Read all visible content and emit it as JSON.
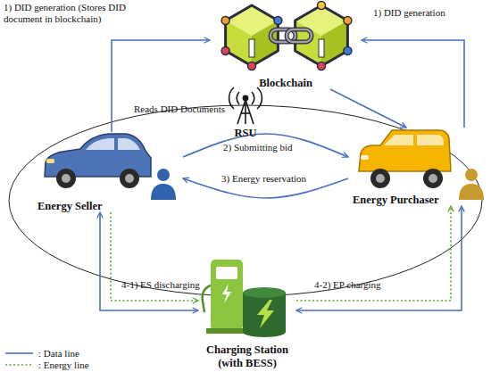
{
  "diagram": {
    "nodes": [
      {
        "text": [
          "Blockchain"
        ]
      },
      {
        "text": [
          "RSU"
        ]
      },
      {
        "text": [
          "Energy Seller"
        ]
      },
      {
        "text": [
          "Energy Purchaser"
        ]
      },
      {
        "text": [
          "Charging Station (with BESS)"
        ]
      }
    ],
    "edges": [
      {
        "from": 2,
        "to": 0,
        "arrow": "to",
        "label": "1) DID generation (Stores DID document in blockchain)"
      },
      {
        "from": 3,
        "to": 0,
        "arrow": "to",
        "label": "1) DID generation"
      },
      {
        "from": 0,
        "to": 3,
        "arrow": "to",
        "label": "Reads DID Documents"
      },
      {
        "from": 2,
        "to": 3,
        "arrow": "to",
        "label": "2) Submitting bid"
      },
      {
        "from": 3,
        "to": 2,
        "arrow": "to",
        "label": "3) Energy reservation"
      },
      {
        "from": 2,
        "to": 4,
        "arrow": "both",
        "label": "4-1) ES discharging"
      },
      {
        "from": 2,
        "to": 4,
        "arrow": "to"
      },
      {
        "from": 4,
        "to": 3,
        "arrow": "both",
        "label": "4-2) EP charging"
      },
      {
        "from": 4,
        "to": 3,
        "arrow": "to"
      }
    ],
    "legend": [
      {
        "text": ": Data line"
      },
      {
        "text": ": Energy line"
      }
    ]
  }
}
